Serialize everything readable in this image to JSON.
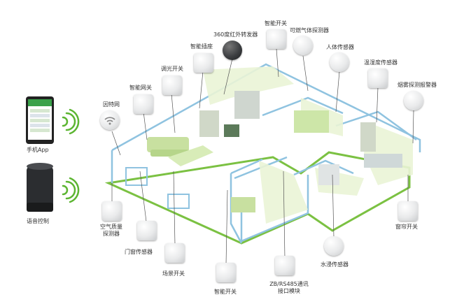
{
  "left_panel": {
    "phone_label": "手机App",
    "speaker_label": "语音控制"
  },
  "devices": {
    "gateway_hub": "因特网",
    "smart_gateway": "智能网关",
    "dimmer_switch": "调光开关",
    "smart_socket": "智能插座",
    "ir_transmitter": "360度红外转发器",
    "smart_switch_top": "智能开关",
    "gas_detector": "可燃气体探测器",
    "human_sensor": "人体传感器",
    "temp_humidity_sensor": "温湿度传感器",
    "smoke_alarm": "烟雾探测报警器",
    "air_quality_detector": "空气质量\n探测器",
    "door_sensor": "门窗传感器",
    "scene_switch": "场景开关",
    "smart_switch_bottom": "智能开关",
    "comm_module": "ZB/RS485通讯\n接口模块",
    "water_sensor": "水浸传感器",
    "curtain_switch": "窗帘开关"
  },
  "colors": {
    "wall_blue": "#8fc3e0",
    "floor_green": "#7bc142",
    "wifi_green": "#5cb531",
    "room_tint": "#eaf4d6"
  }
}
